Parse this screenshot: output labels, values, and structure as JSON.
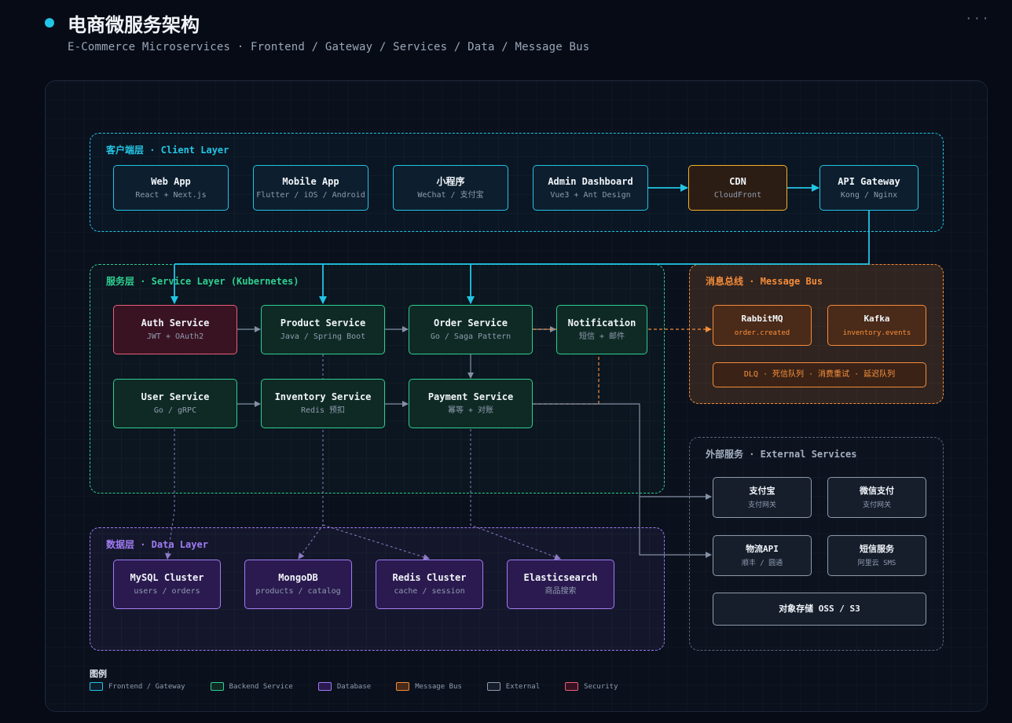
{
  "header": {
    "title": "电商微服务架构",
    "subtitle": "E-Commerce Microservices · Frontend / Gateway / Services / Data / Message Bus",
    "menu": "···"
  },
  "layers": {
    "client": "客户端层 · Client Layer",
    "service": "服务层 · Service Layer (Kubernetes)",
    "data": "数据层 · Data Layer",
    "bus": "消息总线 · Message Bus",
    "external": "外部服务 · External Services"
  },
  "nodes": {
    "web": {
      "title": "Web App",
      "sub": "React + Next.js"
    },
    "mobile": {
      "title": "Mobile App",
      "sub": "Flutter / iOS / Android"
    },
    "miniapp": {
      "title": "小程序",
      "sub": "WeChat / 支付宝"
    },
    "admin": {
      "title": "Admin Dashboard",
      "sub": "Vue3 + Ant Design"
    },
    "cdn": {
      "title": "CDN",
      "sub": "CloudFront"
    },
    "gateway": {
      "title": "API Gateway",
      "sub": "Kong / Nginx"
    },
    "auth": {
      "title": "Auth Service",
      "sub": "JWT + OAuth2"
    },
    "product": {
      "title": "Product Service",
      "sub": "Java / Spring Boot"
    },
    "order": {
      "title": "Order Service",
      "sub": "Go / Saga Pattern"
    },
    "notify": {
      "title": "Notification",
      "sub": "短信 + 邮件"
    },
    "user": {
      "title": "User Service",
      "sub": "Go / gRPC"
    },
    "inventory": {
      "title": "Inventory Service",
      "sub": "Redis 预扣"
    },
    "payment": {
      "title": "Payment Service",
      "sub": "幂等 + 对账"
    },
    "mysql": {
      "title": "MySQL Cluster",
      "sub": "users / orders"
    },
    "mongo": {
      "title": "MongoDB",
      "sub": "products / catalog"
    },
    "redis": {
      "title": "Redis Cluster",
      "sub": "cache / session"
    },
    "es": {
      "title": "Elasticsearch",
      "sub": "商品搜索"
    },
    "rabbit": {
      "title": "RabbitMQ",
      "sub": "order.created"
    },
    "kafka": {
      "title": "Kafka",
      "sub": "inventory.events"
    },
    "dlq": {
      "title": "DLQ · 死信队列 · 消费重试 · 延迟队列"
    },
    "alipay": {
      "title": "支付宝",
      "sub": "支付网关"
    },
    "wxpay": {
      "title": "微信支付",
      "sub": "支付网关"
    },
    "logistics": {
      "title": "物流API",
      "sub": "顺丰 / 圆通"
    },
    "sms": {
      "title": "短信服务",
      "sub": "阿里云 SMS"
    },
    "oss": {
      "title": "对象存储 OSS / S3"
    }
  },
  "legend": {
    "title": "图例",
    "items": [
      {
        "label": "Frontend / Gateway",
        "color": "#22c5e5"
      },
      {
        "label": "Backend Service",
        "color": "#2fcf8f"
      },
      {
        "label": "Database",
        "color": "#a07cf4"
      },
      {
        "label": "Message Bus",
        "color": "#f58c3a"
      },
      {
        "label": "External",
        "color": "#8e9aab"
      },
      {
        "label": "Security",
        "color": "#e85e78"
      }
    ]
  },
  "colors": {
    "client": "#22c5e5",
    "service": "#2fcf8f",
    "data": "#a07cf4",
    "bus": "#f58c3a",
    "external": "#8e9aab",
    "security": "#e85e78",
    "cdn": "#f6b02a"
  }
}
